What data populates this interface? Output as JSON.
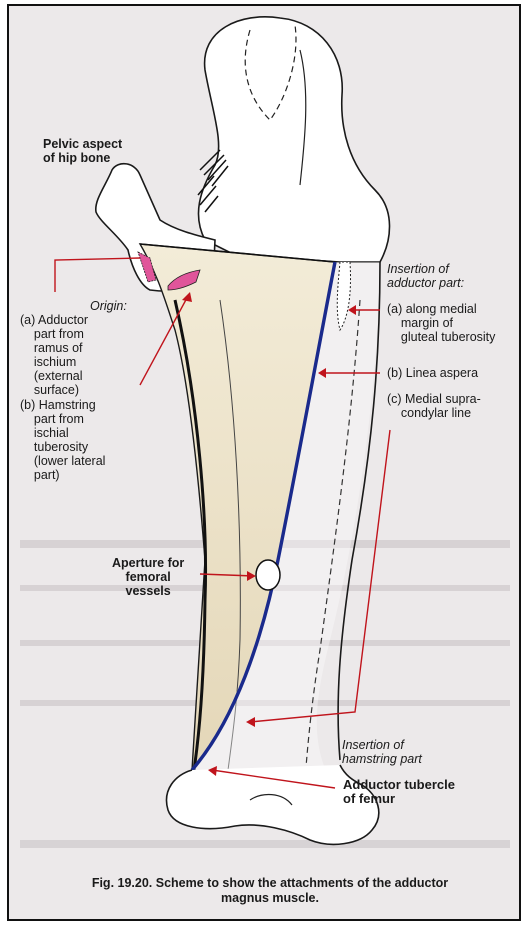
{
  "labels": {
    "pelvic": "Pelvic aspect\nof hip bone",
    "origin_title": "Origin:",
    "origin_a": "(a) Adductor\n    part from\n    ramus of\n    ischium\n    (external\n    surface)",
    "origin_b": "(b) Hamstring\n    part from\n    ischial\n    tuberosity\n    (lower lateral\n    part)",
    "aperture": "Aperture for\nfemoral\nvessels",
    "insertion_adductor": "Insertion of\nadductor part:",
    "ins_a": "(a) along medial\n    margin of\n    gluteal tuberosity",
    "ins_b": "(b) Linea aspera",
    "ins_c": "(c) Medial supra-\n    condylar line",
    "insertion_hamstring": "Insertion of\nhamstring part",
    "adductor_tubercle": "Adductor tubercle\nof femur"
  },
  "caption": "Fig. 19.20. Scheme to show the attachments of the adductor\nmagnus muscle.",
  "colors": {
    "muscle_fill": "#e8dcbf",
    "insertion_line": "#1a2a8c",
    "origin_mark": "#e0559a",
    "pointer_red": "#c0141c"
  }
}
